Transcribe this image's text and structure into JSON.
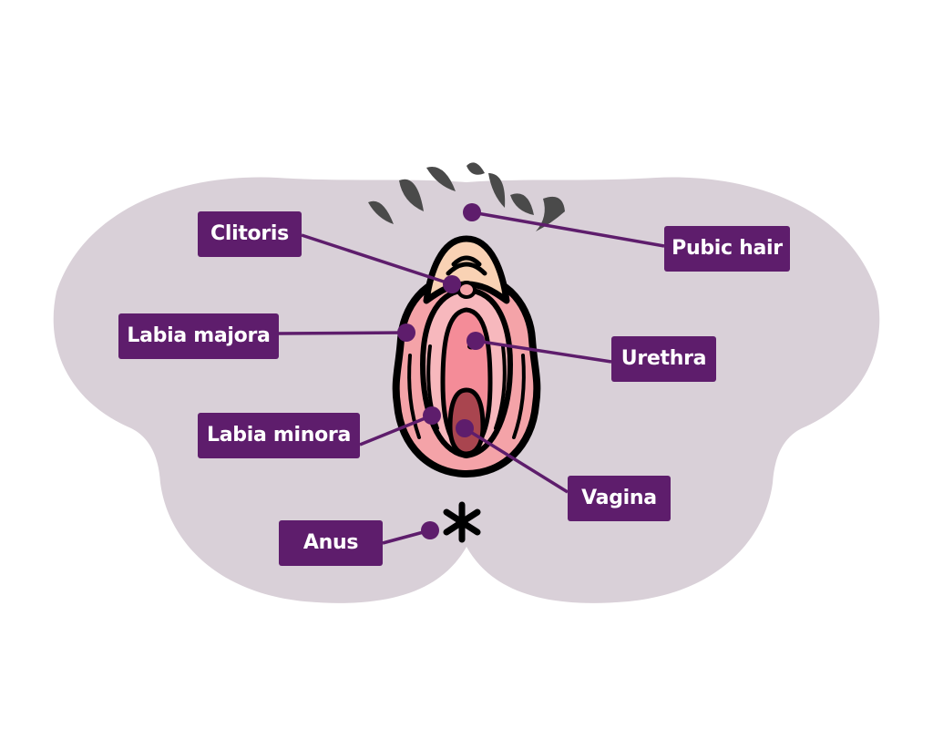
{
  "labels": {
    "clitoris": "Clitoris",
    "pubic_hair": "Pubic hair",
    "labia_majora": "Labia majora",
    "urethra": "Urethra",
    "labia_minora": "Labia minora",
    "vagina": "Vagina",
    "anus": "Anus"
  },
  "colors": {
    "background_shape": "#d9d0d8",
    "label_box": "#5e1d6c",
    "leader_line": "#5e1d6c",
    "hair": "#4a4a4a",
    "outline": "#000000",
    "labia_majora": "#f4a3a8",
    "labia_minora": "#f7b8bd",
    "hood": "#f9d2b4",
    "vaginal_opening": "#a9454f"
  }
}
